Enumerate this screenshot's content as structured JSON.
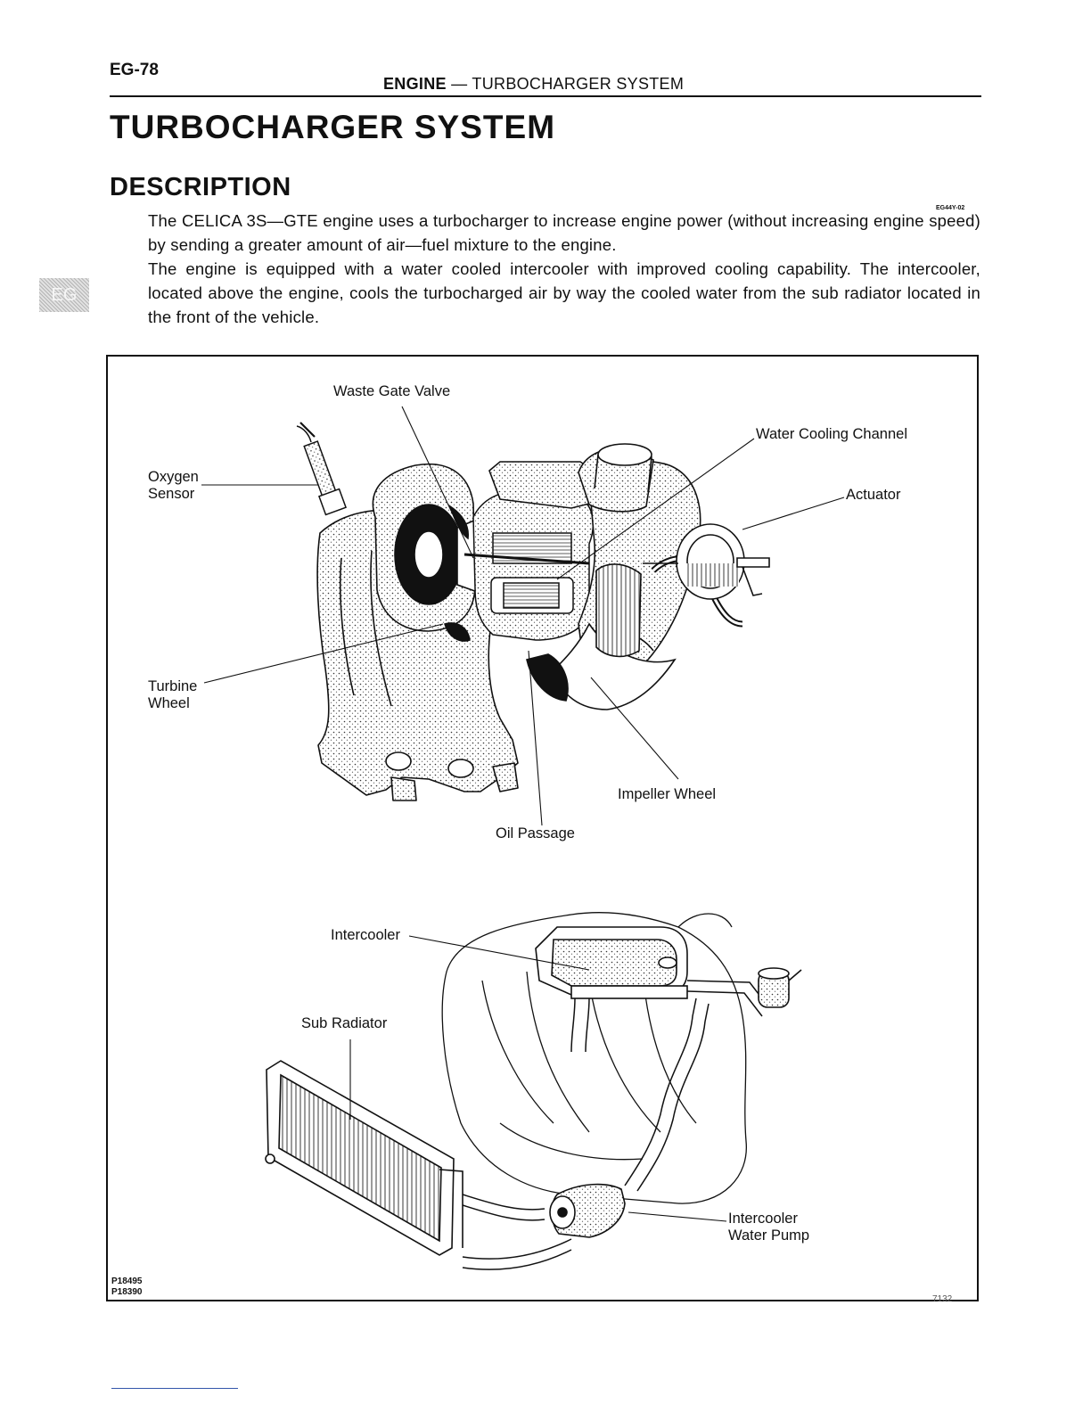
{
  "header": {
    "page_number": "EG-78",
    "section": "ENGINE",
    "separator": "—",
    "topic": "TURBOCHARGER SYSTEM"
  },
  "title": "TURBOCHARGER SYSTEM",
  "subtitle": "DESCRIPTION",
  "doc_code": "EG44Y-02",
  "description": {
    "paragraph_1": "The CELICA 3S—GTE engine uses a turbocharger to increase engine power (without increasing engine speed) by sending a greater amount of air—fuel mixture to the engine.",
    "paragraph_2": "The engine is equipped with a water cooled intercooler with improved cooling capability. The intercooler, located above the engine, cools the turbocharged air by way the cooled water from the sub radiator located in the front of the vehicle."
  },
  "side_tab": "EG",
  "figure": {
    "labels": {
      "waste_gate_valve": "Waste Gate Valve",
      "water_cooling_channel": "Water Cooling Channel",
      "oxygen_sensor_1": "Oxygen",
      "oxygen_sensor_2": "Sensor",
      "actuator": "Actuator",
      "turbine_wheel_1": "Turbine",
      "turbine_wheel_2": "Wheel",
      "impeller_wheel": "Impeller Wheel",
      "oil_passage": "Oil Passage",
      "intercooler": "Intercooler",
      "sub_radiator": "Sub Radiator",
      "intercooler_water_pump_1": "Intercooler",
      "intercooler_water_pump_2": "Water Pump"
    },
    "codes": [
      "P18495",
      "P18390"
    ]
  },
  "stamp": "7132"
}
